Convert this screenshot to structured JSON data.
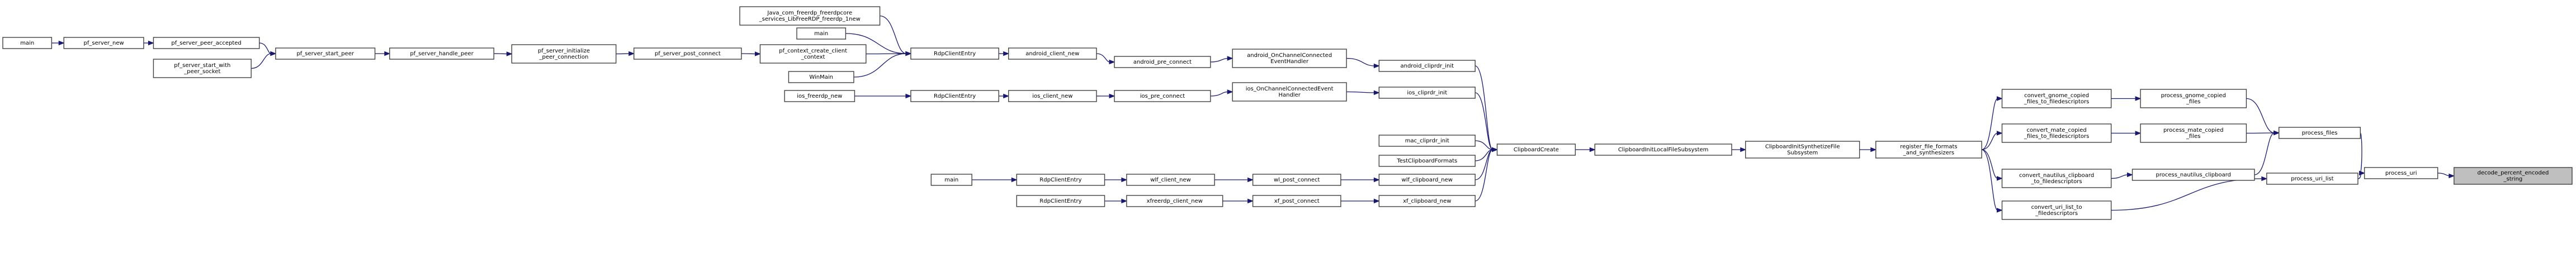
{
  "graph": {
    "colors": {
      "edge": "#191970",
      "node_border": "#404040",
      "root_fill": "#bfbfbf",
      "node_fill": "#ffffff"
    },
    "nodes": [
      {
        "id": "decode",
        "lines": [
          "decode_percent_encoded",
          "_string"
        ],
        "root": true
      },
      {
        "id": "process_uri",
        "lines": [
          "process_uri"
        ]
      },
      {
        "id": "process_files",
        "lines": [
          "process_files"
        ]
      },
      {
        "id": "process_uri_list",
        "lines": [
          "process_uri_list"
        ]
      },
      {
        "id": "process_gnome",
        "lines": [
          "process_gnome_copied",
          "_files"
        ]
      },
      {
        "id": "process_mate",
        "lines": [
          "process_mate_copied",
          "_files"
        ]
      },
      {
        "id": "process_nautilus",
        "lines": [
          "process_nautilus_clipboard"
        ]
      },
      {
        "id": "convert_gnome",
        "lines": [
          "convert_gnome_copied",
          "_files_to_filedescriptors"
        ]
      },
      {
        "id": "convert_mate",
        "lines": [
          "convert_mate_copied",
          "_files_to_filedescriptors"
        ]
      },
      {
        "id": "convert_nautilus",
        "lines": [
          "convert_nautilus_clipboard",
          "_to_filedescriptors"
        ]
      },
      {
        "id": "convert_uri_list",
        "lines": [
          "convert_uri_list_to",
          "_filedescriptors"
        ]
      },
      {
        "id": "register",
        "lines": [
          "register_file_formats",
          "_and_synthesizers"
        ]
      },
      {
        "id": "cb_init_synth",
        "lines": [
          "ClipboardInitSynthetizeFile",
          "Subsystem"
        ]
      },
      {
        "id": "cb_init_local",
        "lines": [
          "ClipboardInitLocalFileSubsystem"
        ]
      },
      {
        "id": "cb_create",
        "lines": [
          "ClipboardCreate"
        ]
      },
      {
        "id": "android_cliprdr_init",
        "lines": [
          "android_cliprdr_init"
        ]
      },
      {
        "id": "ios_cliprdr_init",
        "lines": [
          "ios_cliprdr_init"
        ]
      },
      {
        "id": "mac_cliprdr_init",
        "lines": [
          "mac_cliprdr_init"
        ]
      },
      {
        "id": "test_cb_formats",
        "lines": [
          "TestClipboardFormats"
        ]
      },
      {
        "id": "wlf_cb_new",
        "lines": [
          "wlf_clipboard_new"
        ]
      },
      {
        "id": "xf_cb_new",
        "lines": [
          "xf_clipboard_new"
        ]
      },
      {
        "id": "android_onch",
        "lines": [
          "android_OnChannelConnected",
          "EventHandler"
        ]
      },
      {
        "id": "ios_onch",
        "lines": [
          "ios_OnChannelConnectedEvent",
          "Handler"
        ]
      },
      {
        "id": "wl_post",
        "lines": [
          "wl_post_connect"
        ]
      },
      {
        "id": "xf_post",
        "lines": [
          "xf_post_connect"
        ]
      },
      {
        "id": "android_pre",
        "lines": [
          "android_pre_connect"
        ]
      },
      {
        "id": "ios_pre",
        "lines": [
          "ios_pre_connect"
        ]
      },
      {
        "id": "wlf_client_new",
        "lines": [
          "wlf_client_new"
        ]
      },
      {
        "id": "xfreerdp_client_new",
        "lines": [
          "xfreerdp_client_new"
        ]
      },
      {
        "id": "android_client_new",
        "lines": [
          "android_client_new"
        ]
      },
      {
        "id": "ios_client_new",
        "lines": [
          "ios_client_new"
        ]
      },
      {
        "id": "rdp_entry_wlf",
        "lines": [
          "RdpClientEntry"
        ]
      },
      {
        "id": "rdp_entry_xf",
        "lines": [
          "RdpClientEntry"
        ]
      },
      {
        "id": "rdp_entry_android",
        "lines": [
          "RdpClientEntry"
        ]
      },
      {
        "id": "rdp_entry_ios",
        "lines": [
          "RdpClientEntry"
        ]
      },
      {
        "id": "main_wlf",
        "lines": [
          "main"
        ]
      },
      {
        "id": "ios_freerdp_new",
        "lines": [
          "ios_freerdp_new"
        ]
      },
      {
        "id": "java_jni",
        "lines": [
          "Java_com_freerdp_freerdpcore",
          "_services_LibFreeRDP_freerdp_1new"
        ]
      },
      {
        "id": "main_mid",
        "lines": [
          "main"
        ]
      },
      {
        "id": "winmain",
        "lines": [
          "WinMain"
        ]
      },
      {
        "id": "pf_ctx_create",
        "lines": [
          "pf_context_create_client",
          "_context"
        ]
      },
      {
        "id": "pf_post_connect",
        "lines": [
          "pf_server_post_connect"
        ]
      },
      {
        "id": "pf_init_peer",
        "lines": [
          "pf_server_initialize",
          "_peer_connection"
        ]
      },
      {
        "id": "pf_handle_peer",
        "lines": [
          "pf_server_handle_peer"
        ]
      },
      {
        "id": "pf_start_peer",
        "lines": [
          "pf_server_start_peer"
        ]
      },
      {
        "id": "pf_peer_accepted",
        "lines": [
          "pf_server_peer_accepted"
        ]
      },
      {
        "id": "pf_start_socket",
        "lines": [
          "pf_server_start_with",
          "_peer_socket"
        ]
      },
      {
        "id": "pf_server_new",
        "lines": [
          "pf_server_new"
        ]
      },
      {
        "id": "main_left",
        "lines": [
          "main"
        ]
      }
    ],
    "edges": [
      [
        "process_uri",
        "decode"
      ],
      [
        "process_files",
        "process_uri"
      ],
      [
        "process_uri_list",
        "process_uri"
      ],
      [
        "process_gnome",
        "process_files"
      ],
      [
        "process_mate",
        "process_files"
      ],
      [
        "process_nautilus",
        "process_files"
      ],
      [
        "convert_gnome",
        "process_gnome"
      ],
      [
        "convert_mate",
        "process_mate"
      ],
      [
        "convert_nautilus",
        "process_nautilus"
      ],
      [
        "convert_uri_list",
        "process_uri_list"
      ],
      [
        "register",
        "convert_gnome"
      ],
      [
        "register",
        "convert_mate"
      ],
      [
        "register",
        "convert_nautilus"
      ],
      [
        "register",
        "convert_uri_list"
      ],
      [
        "cb_init_synth",
        "register"
      ],
      [
        "cb_init_local",
        "cb_init_synth"
      ],
      [
        "cb_create",
        "cb_init_local"
      ],
      [
        "android_cliprdr_init",
        "cb_create"
      ],
      [
        "ios_cliprdr_init",
        "cb_create"
      ],
      [
        "mac_cliprdr_init",
        "cb_create"
      ],
      [
        "test_cb_formats",
        "cb_create"
      ],
      [
        "wlf_cb_new",
        "cb_create"
      ],
      [
        "xf_cb_new",
        "cb_create"
      ],
      [
        "android_onch",
        "android_cliprdr_init"
      ],
      [
        "ios_onch",
        "ios_cliprdr_init"
      ],
      [
        "wl_post",
        "wlf_cb_new"
      ],
      [
        "xf_post",
        "xf_cb_new"
      ],
      [
        "android_pre",
        "android_onch"
      ],
      [
        "ios_pre",
        "ios_onch"
      ],
      [
        "wlf_client_new",
        "wl_post"
      ],
      [
        "xfreerdp_client_new",
        "xf_post"
      ],
      [
        "android_client_new",
        "android_pre"
      ],
      [
        "ios_client_new",
        "ios_pre"
      ],
      [
        "rdp_entry_wlf",
        "wlf_client_new"
      ],
      [
        "rdp_entry_xf",
        "xfreerdp_client_new"
      ],
      [
        "rdp_entry_android",
        "android_client_new"
      ],
      [
        "rdp_entry_ios",
        "ios_client_new"
      ],
      [
        "main_wlf",
        "rdp_entry_wlf"
      ],
      [
        "ios_freerdp_new",
        "rdp_entry_ios"
      ],
      [
        "java_jni",
        "rdp_entry_android"
      ],
      [
        "main_mid",
        "rdp_entry_android"
      ],
      [
        "winmain",
        "rdp_entry_android"
      ],
      [
        "pf_ctx_create",
        "rdp_entry_android"
      ],
      [
        "pf_post_connect",
        "pf_ctx_create"
      ],
      [
        "pf_init_peer",
        "pf_post_connect"
      ],
      [
        "pf_handle_peer",
        "pf_init_peer"
      ],
      [
        "pf_start_peer",
        "pf_handle_peer"
      ],
      [
        "pf_peer_accepted",
        "pf_start_peer"
      ],
      [
        "pf_start_socket",
        "pf_start_peer"
      ],
      [
        "pf_server_new",
        "pf_peer_accepted"
      ],
      [
        "main_left",
        "pf_server_new"
      ]
    ]
  }
}
